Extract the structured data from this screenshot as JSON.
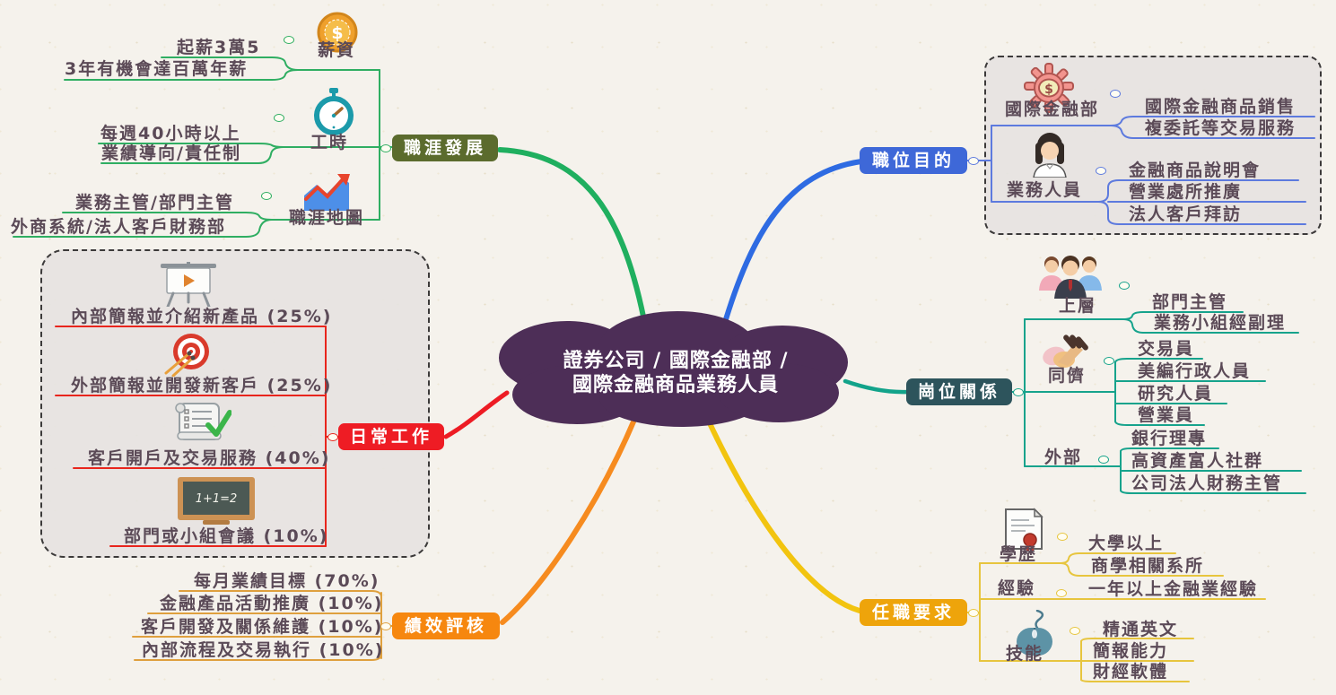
{
  "center": {
    "line1": "證券公司 / 國際金融部 /",
    "line2": "國際金融商品業務人員"
  },
  "colors": {
    "center_cloud": "#4d2e57",
    "career_node": "#5b6b2d",
    "purpose_node": "#3e68d8",
    "relations_node": "#2d545c",
    "daily_node": "#ee1c24",
    "performance_node": "#f6870f",
    "requirements_node": "#eea40b",
    "background": "#f5f2ec"
  },
  "branches": {
    "career": {
      "label": "職涯發展",
      "subtopics": [
        {
          "label": "薪資",
          "icon": "coin-icon",
          "items": [
            "起薪3萬5",
            "3年有機會達百萬年薪"
          ]
        },
        {
          "label": "工時",
          "icon": "stopwatch-icon",
          "items": [
            "每週40小時以上",
            "業績導向/責任制"
          ]
        },
        {
          "label": "職涯地圖",
          "icon": "chart-icon",
          "items": [
            "業務主管/部門主管",
            "外商系統/法人客戶財務部"
          ]
        }
      ]
    },
    "purpose": {
      "label": "職位目的",
      "subtopics": [
        {
          "label": "國際金融部",
          "icon": "gear-icon",
          "items": [
            "國際金融商品銷售",
            "複委託等交易服務"
          ]
        },
        {
          "label": "業務人員",
          "icon": "businesswoman-icon",
          "items": [
            "金融商品說明會",
            "營業處所推廣",
            "法人客戶拜訪"
          ]
        }
      ]
    },
    "relations": {
      "label": "崗位關係",
      "subtopics": [
        {
          "label": "上層",
          "icon": "team-icon",
          "items": [
            "部門主管",
            "業務小組經副理"
          ]
        },
        {
          "label": "同儕",
          "icon": "handshake-icon",
          "items": [
            "交易員",
            "美編行政人員",
            "研究人員",
            "營業員"
          ]
        },
        {
          "label": "外部",
          "icon": null,
          "items": [
            "銀行理專",
            "高資產富人社群",
            "公司法人財務主管"
          ]
        }
      ]
    },
    "daily": {
      "label": "日常工作",
      "items": [
        {
          "label": "內部簡報並介紹新產品 (25%)",
          "icon": "presentation-icon"
        },
        {
          "label": "外部簡報並開發新客戶 (25%)",
          "icon": "target-icon"
        },
        {
          "label": "客戶開戶及交易服務 (40%)",
          "icon": "checklist-icon"
        },
        {
          "label": "部門或小組會議 (10%)",
          "icon": "blackboard-icon",
          "board_text": "1+1=2"
        }
      ]
    },
    "performance": {
      "label": "績效評核",
      "items": [
        "每月業績目標 (70%)",
        "金融產品活動推廣 (10%)",
        "客戶開發及關係維護 (10%)",
        "內部流程及交易執行 (10%)"
      ]
    },
    "requirements": {
      "label": "任職要求",
      "subtopics": [
        {
          "label": "學歷",
          "icon": "certificate-icon",
          "items": [
            "大學以上",
            "商學相關系所"
          ]
        },
        {
          "label": "經驗",
          "icon": null,
          "items": [
            "一年以上金融業經驗"
          ]
        },
        {
          "label": "技能",
          "icon": "mouse-icon",
          "items": [
            "精通英文",
            "簡報能力",
            "財經軟體"
          ]
        }
      ]
    }
  }
}
